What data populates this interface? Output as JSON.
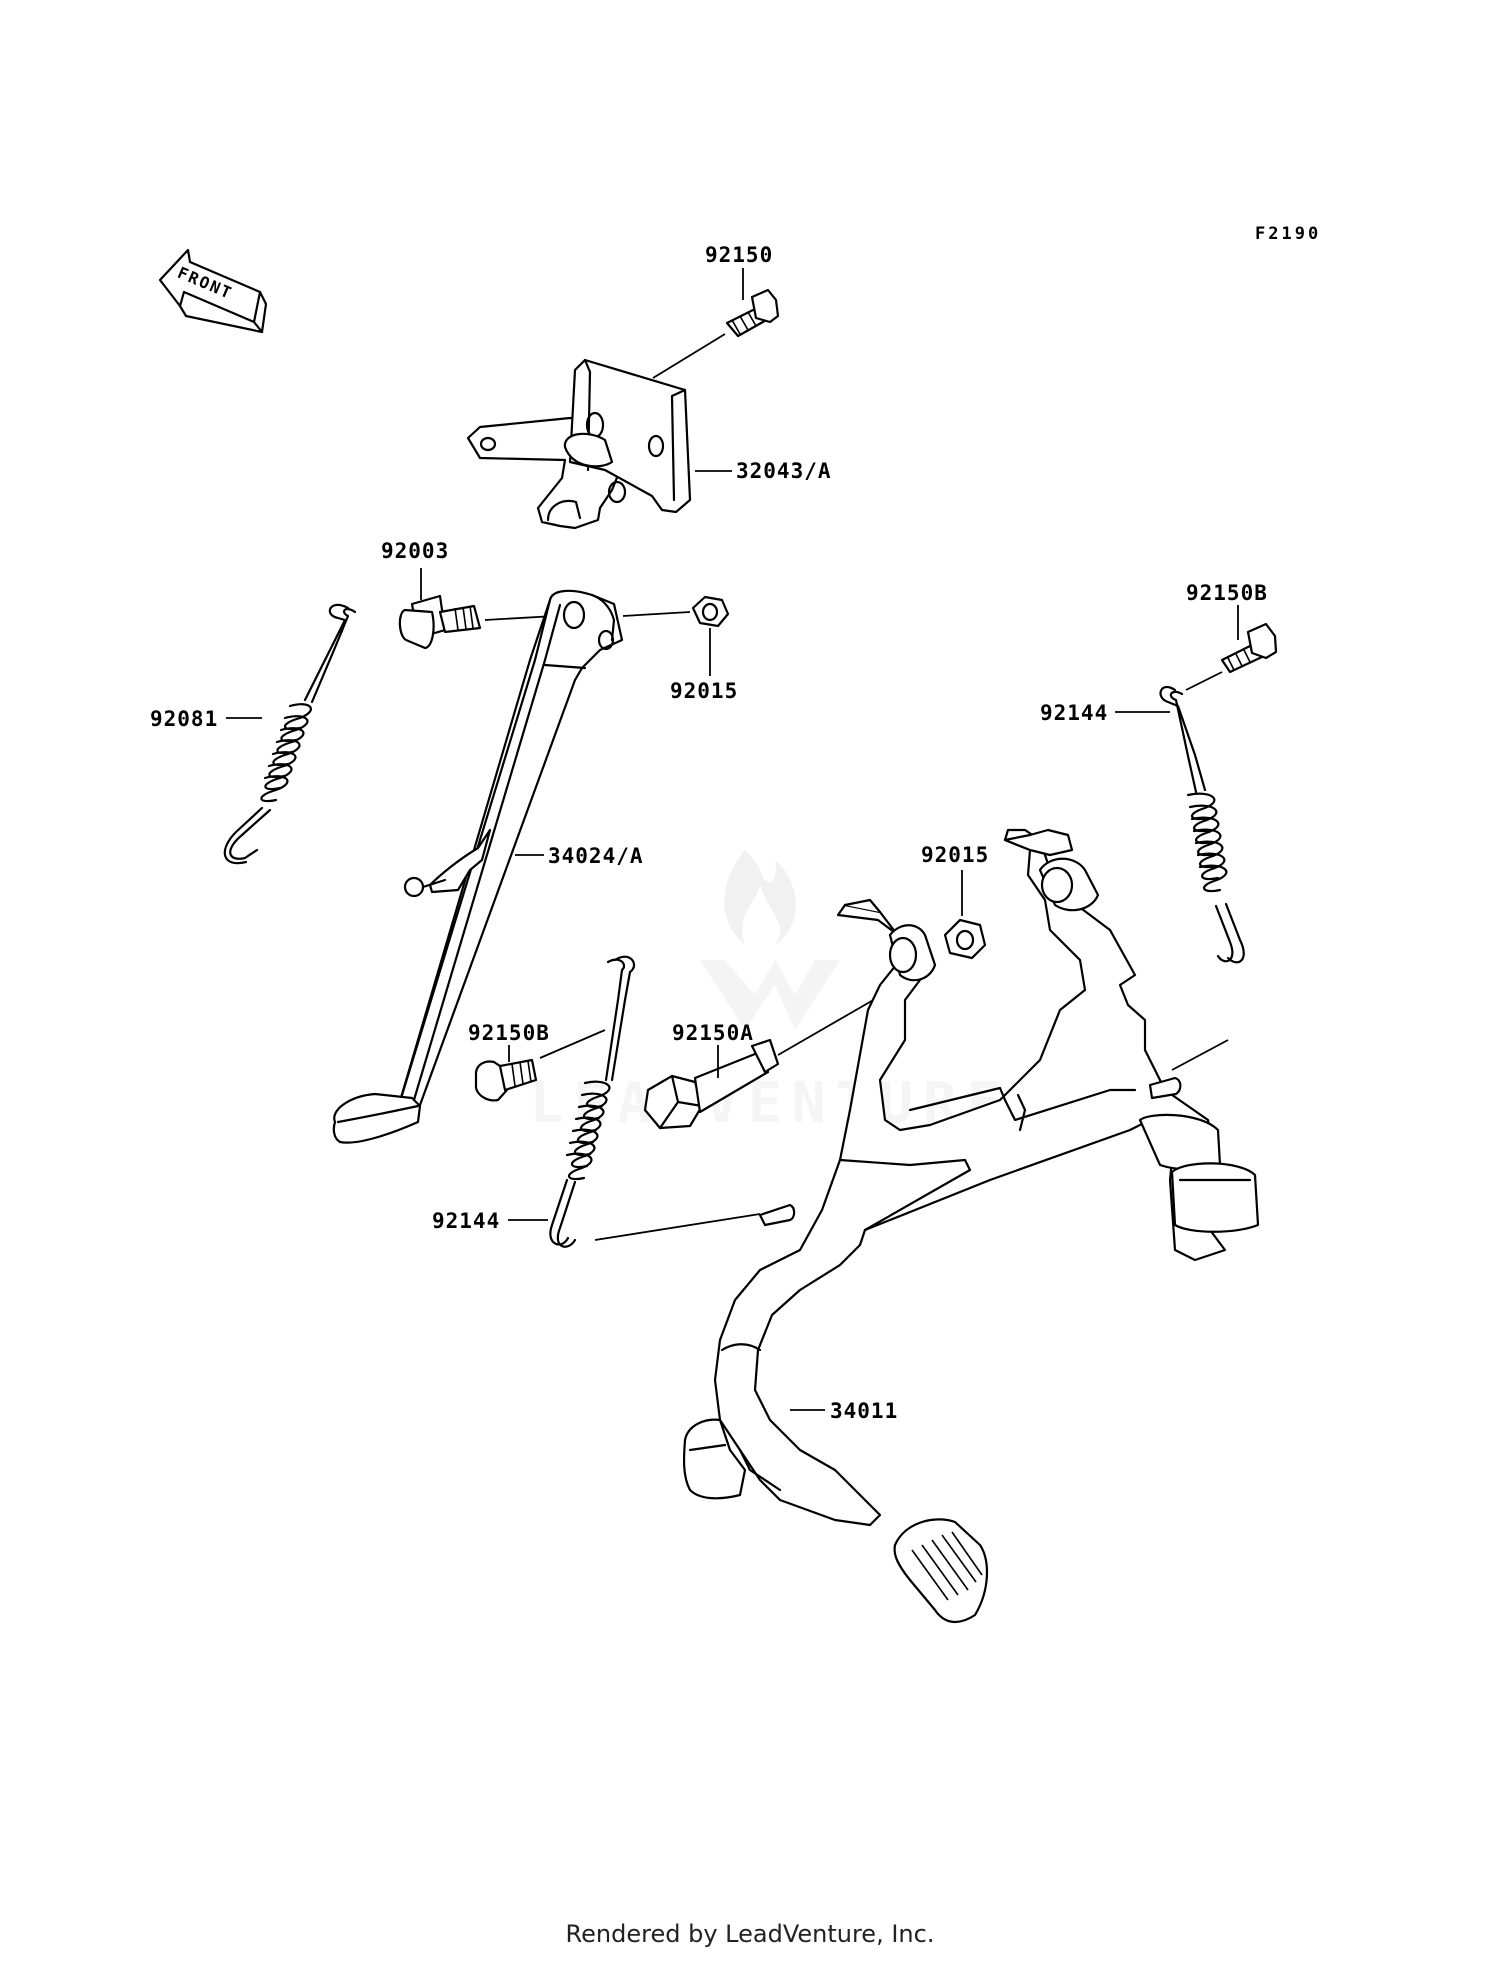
{
  "diagram": {
    "figure_code": "F2190",
    "front_arrow_label": "FRONT",
    "footer": "Rendered by LeadVenture, Inc.",
    "watermark": "LEADVENTURE",
    "colors": {
      "ink": "#000000",
      "background": "#ffffff",
      "watermark": "#e6e6e6"
    },
    "labels": [
      {
        "id": "p92150",
        "text": "92150"
      },
      {
        "id": "p32043",
        "text": "32043/A"
      },
      {
        "id": "p92003",
        "text": "92003"
      },
      {
        "id": "p92015a",
        "text": "92015"
      },
      {
        "id": "p92081",
        "text": "92081"
      },
      {
        "id": "p34024",
        "text": "34024/A"
      },
      {
        "id": "p92150B_r",
        "text": "92150B"
      },
      {
        "id": "p92144_r",
        "text": "92144"
      },
      {
        "id": "p92015b",
        "text": "92015"
      },
      {
        "id": "p92150B_l",
        "text": "92150B"
      },
      {
        "id": "p92150A",
        "text": "92150A"
      },
      {
        "id": "p92144_l",
        "text": "92144"
      },
      {
        "id": "p34011",
        "text": "34011"
      }
    ]
  }
}
